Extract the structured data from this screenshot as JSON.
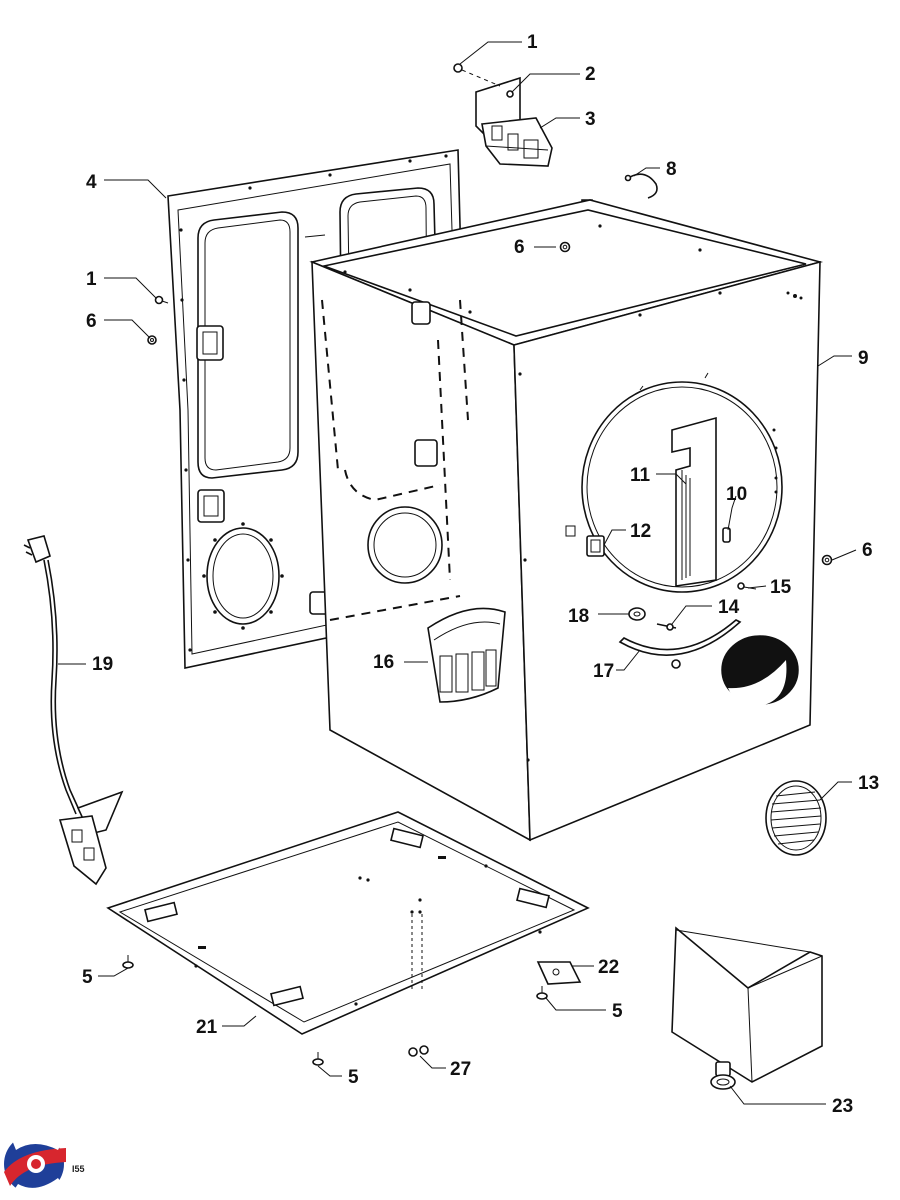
{
  "callouts": [
    {
      "id": "c1a",
      "text": "1"
    },
    {
      "id": "c2",
      "text": "2"
    },
    {
      "id": "c3",
      "text": "3"
    },
    {
      "id": "c4",
      "text": "4"
    },
    {
      "id": "c1b",
      "text": "1"
    },
    {
      "id": "c6a",
      "text": "6"
    },
    {
      "id": "c6b",
      "text": "6"
    },
    {
      "id": "c8",
      "text": "8"
    },
    {
      "id": "c9",
      "text": "9"
    },
    {
      "id": "c11",
      "text": "11"
    },
    {
      "id": "c10",
      "text": "10"
    },
    {
      "id": "c12",
      "text": "12"
    },
    {
      "id": "c6c",
      "text": "6"
    },
    {
      "id": "c15",
      "text": "15"
    },
    {
      "id": "c18",
      "text": "18"
    },
    {
      "id": "c14",
      "text": "14"
    },
    {
      "id": "c16",
      "text": "16"
    },
    {
      "id": "c17",
      "text": "17"
    },
    {
      "id": "c19",
      "text": "19"
    },
    {
      "id": "c13",
      "text": "13"
    },
    {
      "id": "c22",
      "text": "22"
    },
    {
      "id": "c5a",
      "text": "5"
    },
    {
      "id": "c5b",
      "text": "5"
    },
    {
      "id": "c21",
      "text": "21"
    },
    {
      "id": "c5c",
      "text": "5"
    },
    {
      "id": "c27",
      "text": "27"
    },
    {
      "id": "c23",
      "text": "23"
    }
  ],
  "page_code": "I55",
  "logo_colors": {
    "blue": "#1f3f99",
    "red": "#d7262e"
  }
}
